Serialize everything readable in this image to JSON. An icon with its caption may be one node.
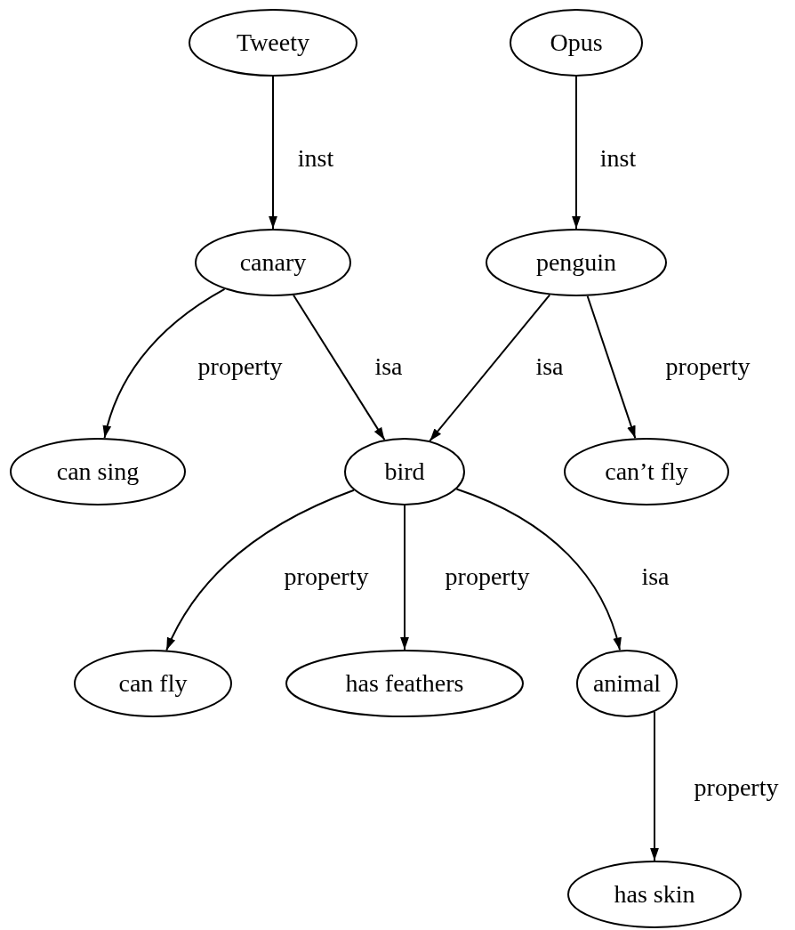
{
  "diagram": {
    "nodes": [
      {
        "text": [
          "Tweety"
        ]
      },
      {
        "text": [
          "Opus"
        ]
      },
      {
        "text": [
          "canary"
        ]
      },
      {
        "text": [
          "penguin"
        ]
      },
      {
        "text": [
          "can sing"
        ]
      },
      {
        "text": [
          "bird"
        ]
      },
      {
        "text": [
          "can’t fly"
        ]
      },
      {
        "text": [
          "can fly"
        ]
      },
      {
        "text": [
          "has feathers"
        ]
      },
      {
        "text": [
          "animal"
        ]
      },
      {
        "text": [
          "has skin"
        ]
      }
    ],
    "edges": [
      {
        "from": 0,
        "to": 2,
        "arrow": "to",
        "label": "inst"
      },
      {
        "from": 1,
        "to": 3,
        "arrow": "to",
        "label": "inst"
      },
      {
        "from": 2,
        "to": 4,
        "arrow": "to",
        "label": "property"
      },
      {
        "from": 2,
        "to": 5,
        "arrow": "to",
        "label": "isa"
      },
      {
        "from": 3,
        "to": 5,
        "arrow": "to",
        "label": "isa"
      },
      {
        "from": 3,
        "to": 6,
        "arrow": "to",
        "label": "property"
      },
      {
        "from": 5,
        "to": 7,
        "arrow": "to",
        "label": "property"
      },
      {
        "from": 5,
        "to": 8,
        "arrow": "to",
        "label": "property"
      },
      {
        "from": 5,
        "to": 9,
        "arrow": "to",
        "label": "isa"
      },
      {
        "from": 9,
        "to": 10,
        "arrow": "to",
        "label": "property"
      }
    ]
  }
}
